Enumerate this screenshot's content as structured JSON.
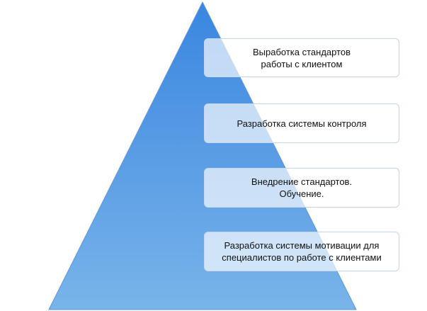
{
  "diagram": {
    "type": "pyramid",
    "colors": {
      "pyramid_top": "#3a86e0",
      "pyramid_bottom": "#79b4ea",
      "box_border": "#c7d6ec",
      "text": "#111111"
    },
    "steps": [
      {
        "label": "Выработка стандартов\nработы с клиентом"
      },
      {
        "label": "Разработка системы контроля"
      },
      {
        "label": "Внедрение стандартов.\nОбучение."
      },
      {
        "label": "Разработка системы мотивации для\nспециалистов по работе с клиентами"
      }
    ]
  }
}
